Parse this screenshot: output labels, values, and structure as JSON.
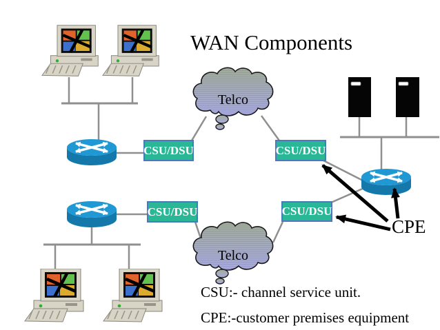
{
  "title": "WAN Components",
  "diagram": {
    "clouds": [
      {
        "label": "Telco"
      },
      {
        "label": "Telco"
      }
    ],
    "csu_boxes": [
      {
        "label": "CSU/DSU"
      },
      {
        "label": "CSU/DSU"
      },
      {
        "label": "CSU/DSU"
      },
      {
        "label": "CSU/DSU"
      }
    ],
    "cpe_label": "CPE"
  },
  "captions": [
    "CSU:- channel service unit.",
    "CPE:-customer premises equipment"
  ],
  "colors": {
    "background": "#ffffff",
    "text": "#000000",
    "box_fill": "#29b795",
    "box_border": "#4a77bd",
    "box_text": "#ffffff",
    "router_top": "#2098d4",
    "router_side": "#1478ab",
    "cloud_top": "#a3ad99",
    "cloud_bottom": "#a8abe2",
    "server_fill": "#050505",
    "line": "#8f8f8f",
    "arrow": "#000000"
  }
}
